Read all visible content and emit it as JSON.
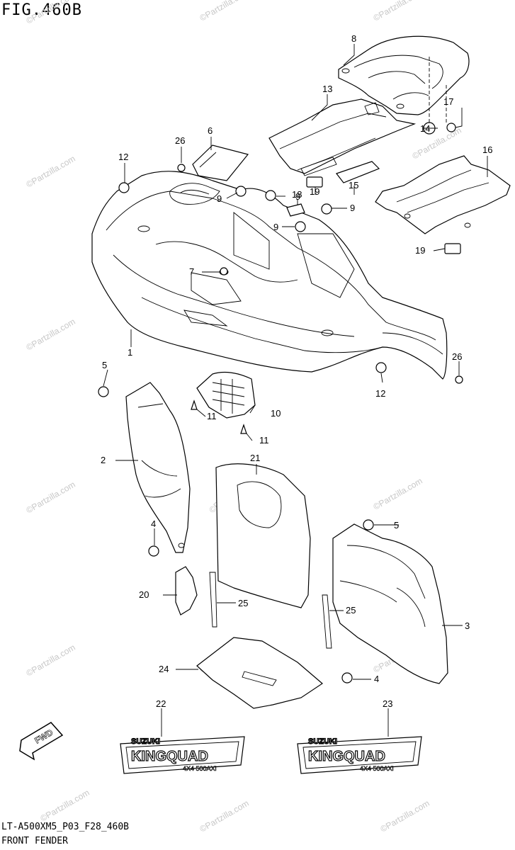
{
  "figure": {
    "title": "FIG.460B",
    "code": "LT-A500XM5_P03_F28_460B",
    "name": "FRONT FENDER"
  },
  "watermark": "©Partzilla.com",
  "direction_label": "FWD",
  "decal": {
    "brand": "SUZUKI",
    "model": "KINGQUAD",
    "sub": "4X4 500AXi"
  },
  "callouts": {
    "c1": "1",
    "c2": "2",
    "c3": "3",
    "c4a": "4",
    "c4b": "4",
    "c5a": "5",
    "c5b": "5",
    "c6": "6",
    "c7": "7",
    "c8": "8",
    "c9a": "9",
    "c9b": "9",
    "c9c": "9",
    "c9d": "9",
    "c10": "10",
    "c11a": "11",
    "c11b": "11",
    "c12a": "12",
    "c12b": "12",
    "c13": "13",
    "c14": "14",
    "c15": "15",
    "c16": "16",
    "c17": "17",
    "c18": "18",
    "c19a": "19",
    "c19b": "19",
    "c20": "20",
    "c21": "21",
    "c22": "22",
    "c23": "23",
    "c24": "24",
    "c25a": "25",
    "c25b": "25",
    "c26a": "26",
    "c26b": "26"
  }
}
